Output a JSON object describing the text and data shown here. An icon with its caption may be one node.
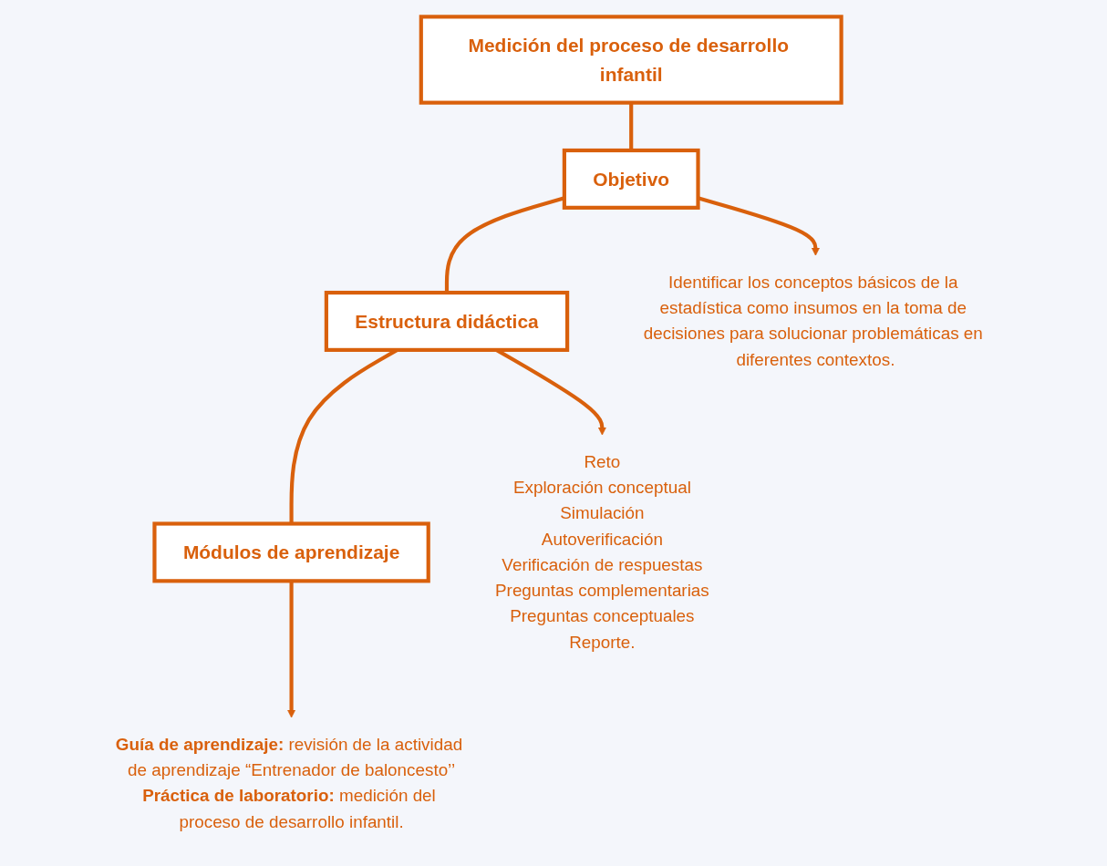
{
  "diagram": {
    "nodes": [
      {
        "text": [
          "Medición del proceso de desarrollo infantil"
        ]
      },
      {
        "text": [
          "Objetivo"
        ]
      },
      {
        "text": [
          "Estructura didáctica"
        ]
      },
      {
        "text": [
          "Módulos de aprendizaje"
        ]
      },
      {
        "text": [
          "Identificar los conceptos básicos de la estadística como insumos en la toma de decisiones para solucionar problemáticas en diferentes contextos."
        ]
      },
      {
        "text": [
          "Reto",
          "Exploración conceptual",
          "Simulación",
          "Autoverificación",
          "Verificación de respuestas",
          "Preguntas complementarias",
          "Preguntas conceptuales",
          "Reporte."
        ]
      },
      {
        "text": [
          "**Guía de aprendizaje:** revisión de la actividad de aprendizaje “Entrenador de baloncesto’’",
          "**Práctica de laboratorio:** medición del proceso de desarrollo infantil."
        ]
      }
    ],
    "edges": [
      {
        "from": 0,
        "to": 1,
        "arrow": "none"
      },
      {
        "from": 1,
        "to": 2,
        "arrow": "none"
      },
      {
        "from": 2,
        "to": 3,
        "arrow": "none"
      },
      {
        "from": 1,
        "to": 4,
        "arrow": "to"
      },
      {
        "from": 2,
        "to": 5,
        "arrow": "to"
      },
      {
        "from": 3,
        "to": 6,
        "arrow": "to"
      }
    ]
  }
}
